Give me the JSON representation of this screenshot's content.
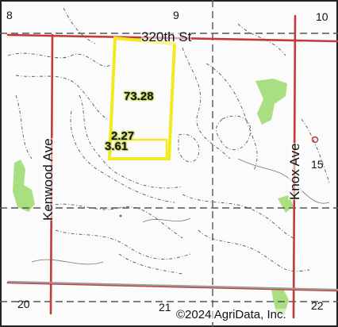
{
  "map": {
    "roads": {
      "north": "320th St",
      "west": "Kenwood Ave",
      "east": "Knox Ave"
    },
    "sections": {
      "nw": "8",
      "n": "9",
      "ne": "10",
      "e": "15",
      "sw": "20",
      "s": "21",
      "se": "22"
    },
    "field_labels": [
      "73.28",
      "2.27",
      "3.61"
    ],
    "credit": "©2024 AgriData, Inc.",
    "colors": {
      "road": "#c43a3a",
      "field_boundary": "#f2ea1e",
      "wetland": "#9bd96b",
      "contour": "#3a3a3a",
      "field_label_halo": "#b9c94a"
    }
  }
}
